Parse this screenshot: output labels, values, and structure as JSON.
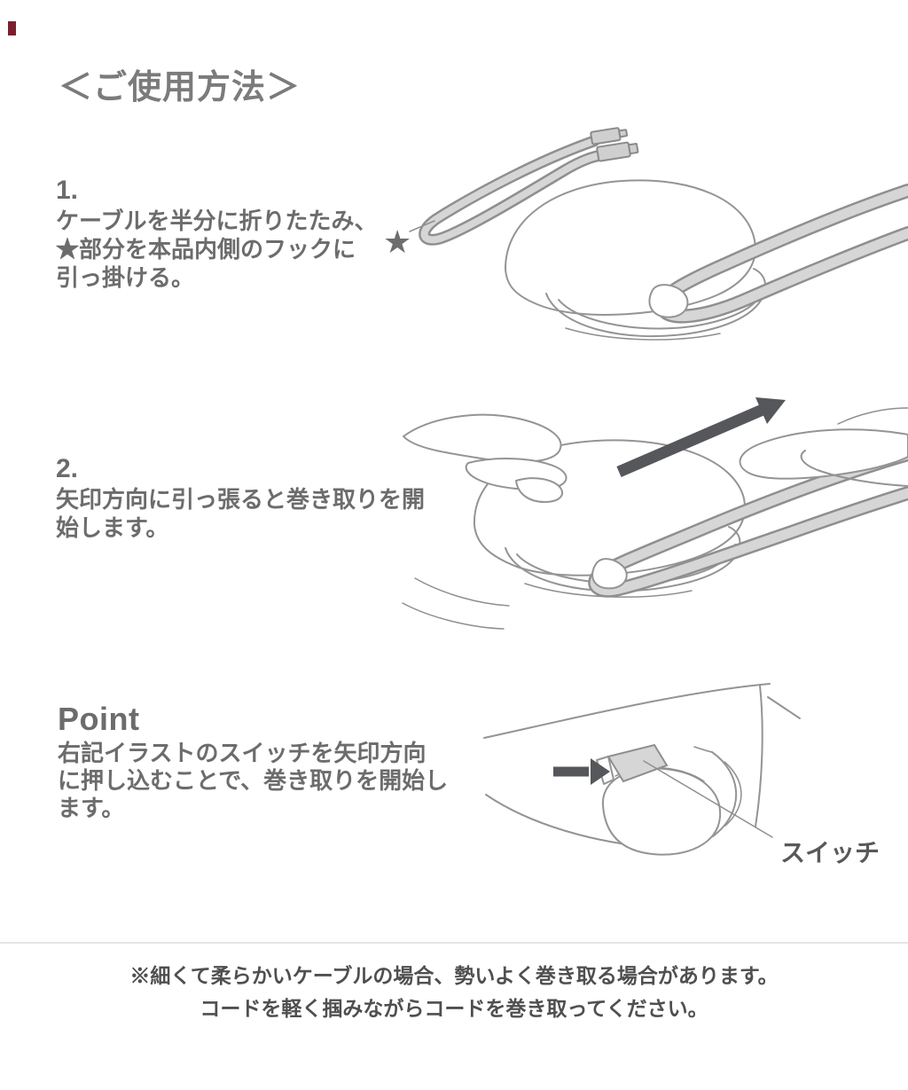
{
  "title": "＜ご使用方法＞",
  "steps": [
    {
      "number": "1.",
      "lines": [
        "ケーブルを半分に折りたたみ、",
        "★部分を本品内側のフックに",
        "引っ掛ける。"
      ]
    },
    {
      "number": "2.",
      "lines": [
        "矢印方向に引っ張ると巻き取りを開",
        "始します。"
      ]
    }
  ],
  "point": {
    "heading": "Point",
    "lines": [
      "右記イラストのスイッチを矢印方向",
      "に押し込むことで、巻き取りを開始し",
      "ます。"
    ]
  },
  "labels": {
    "switch": "スイッチ",
    "star_marker": "★"
  },
  "footnote": {
    "lines": [
      "※細くて柔らかいケーブルの場合、勢いよく巻き取る場合があります。",
      "コードを軽く掴みながらコードを巻き取ってください。"
    ]
  },
  "colors": {
    "text": "#6c6c6c",
    "title": "#7b7b7b",
    "footnote": "#4f4f4f",
    "line_art": "#949494",
    "cable_fill": "#d6d6d7",
    "arrow": "#56575b",
    "star": "#6d6d6d",
    "divider": "#e4e4e4",
    "corner_mark": "#7a1f2d"
  }
}
